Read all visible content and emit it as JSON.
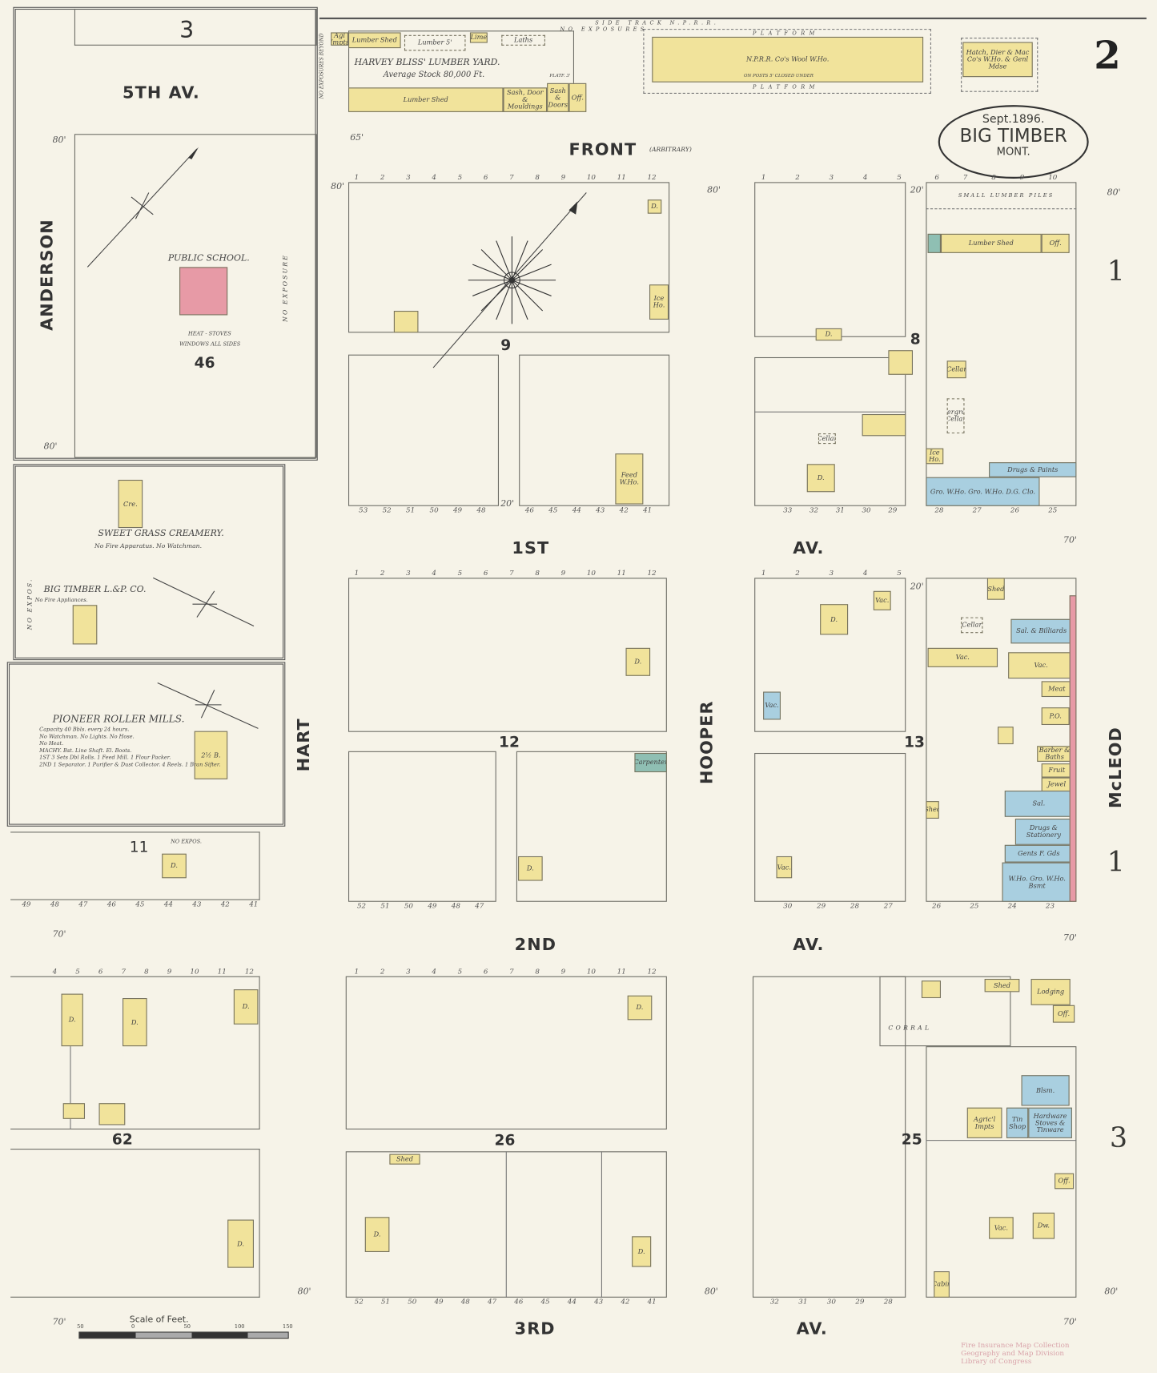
{
  "sheet": {
    "sheet_number": "2",
    "cartouche": {
      "date": "Sept.1896.",
      "town": "BIG TIMBER",
      "state": "MONT."
    },
    "adjoining_sheets": [
      "1",
      "1",
      "3"
    ],
    "top_left_sheet_ref": "3",
    "stamp": [
      "Fire Insurance Map Collection",
      "Geography and Map Division",
      "Library of Congress"
    ]
  },
  "streets": {
    "fifth_av": "5TH AV.",
    "front": "FRONT",
    "front_note": "(ARBITRARY)",
    "first_av": "1ST",
    "second_av": "2ND",
    "third_av": "3RD",
    "av": "AV.",
    "anderson": "ANDERSON",
    "hart": "HART",
    "hooper": "HOOPER",
    "mcleod": "McLEOD"
  },
  "blocks": {
    "b46": "46",
    "b9": "9",
    "b8": "8",
    "b12": "12",
    "b13": "13",
    "b11": "11",
    "b62": "62",
    "b26": "26",
    "b25": "25"
  },
  "top_strip": {
    "side_track": "SIDE TRACK N.P.R.R.",
    "no_exposure": "NO EXPOSURES",
    "no_exposures_beyond": "NO EXPOSURES BEYOND",
    "lumber_yard": "HARVEY BLISS' LUMBER YARD.",
    "lumber_stock": "Average Stock 80,000 Ft.",
    "platform": "PLATFORM",
    "on_posts": "ON POSTS 5' CLOSED UNDER",
    "platform_3": "PLATF. 3'"
  },
  "insets": {
    "school": {
      "name": "PUBLIC SCHOOL.",
      "heat": "HEAT - STOVES",
      "windows": "WINDOWS ALL SIDES",
      "no_exposure": "NO EXPOSURE"
    },
    "creamery": {
      "name": "SWEET GRASS CREAMERY.",
      "note": "No Fire Apparatus. No Watchman."
    },
    "light_power": {
      "name": "BIG TIMBER L.&P. CO.",
      "note": "No Fire Appliances.",
      "no_expos": "NO EXPOS."
    },
    "mills": {
      "name": "PIONEER ROLLER MILLS.",
      "lines": [
        "Capacity 40 Bbls. every 24 hours.",
        "No Watchman. No Lights. No Hose.",
        "No Heat.",
        "MACHY. Bst. Line Shaft. El. Boots.",
        "1ST 3 Sets Dbl Rolls. 1 Feed Mill. 1 Flour Packer.",
        "2ND 1 Separator. 1 Purifier & Dust Collector. 4 Reels. 1 Bran Sifter."
      ],
      "no_expos": "NO EXPOS."
    },
    "block11_no_expos": "NO EXPOS.",
    "corral": "CORRAL",
    "small_lumber_piles": "SMALL LUMBER PILES"
  },
  "frontage": {
    "f80": "80'",
    "f70": "70'",
    "f20": "20'",
    "f65": "65'"
  },
  "lot_rows": [
    [
      "1",
      "2",
      "3",
      "4",
      "5",
      "6",
      "7",
      "8",
      "9",
      "10",
      "11",
      "12"
    ],
    [
      "53",
      "52",
      "51",
      "50",
      "49",
      "48"
    ],
    [
      "46",
      "45",
      "44",
      "43",
      "42",
      "41"
    ],
    [
      "1",
      "2",
      "3",
      "4",
      "5"
    ],
    [
      "33",
      "32",
      "31",
      "30",
      "29"
    ],
    [
      "6",
      "7",
      "8",
      "9",
      "10"
    ],
    [
      "28",
      "27",
      "26",
      "25"
    ],
    [
      "52",
      "51",
      "50",
      "49",
      "48",
      "47"
    ],
    [
      "30",
      "29",
      "28",
      "27"
    ],
    [
      "26",
      "25",
      "24",
      "23"
    ],
    [
      "49",
      "48",
      "47",
      "46",
      "45",
      "44",
      "43",
      "42",
      "41"
    ],
    [
      "4",
      "5",
      "6",
      "7",
      "8",
      "9",
      "10",
      "11",
      "12"
    ],
    [
      "52",
      "51",
      "50",
      "49",
      "48",
      "47",
      "46",
      "45",
      "44",
      "43",
      "42",
      "41"
    ],
    [
      "32",
      "31",
      "30",
      "29",
      "28"
    ]
  ],
  "buildings": [
    {
      "label": "Agl Impts",
      "material": "frame"
    },
    {
      "label": "Lumber Shed",
      "material": "frame"
    },
    {
      "label": "Lumber 5'",
      "material": "outline"
    },
    {
      "label": "Lime",
      "material": "frame"
    },
    {
      "label": "Laths",
      "material": "outline"
    },
    {
      "label": "Lumber        Shed",
      "material": "frame"
    },
    {
      "label": "Sash, Door & Mouldings",
      "material": "frame"
    },
    {
      "label": "Sash & Doors",
      "material": "frame"
    },
    {
      "label": "Off.",
      "material": "frame"
    },
    {
      "label": "N.P.R.R. Co's Wool W.Ho.",
      "material": "frame"
    },
    {
      "label": "Hatch, Dier & Mac Co's W.Ho. & Genl Mdse",
      "material": "frame"
    },
    {
      "label": "",
      "material": "brick"
    },
    {
      "label": "Cre.",
      "material": "frame"
    },
    {
      "label": "",
      "material": "frame"
    },
    {
      "label": "2½ B.",
      "material": "frame"
    },
    {
      "label": "D.",
      "material": "frame"
    },
    {
      "label": "D.",
      "material": "frame"
    },
    {
      "label": "Ice Ho.",
      "material": "frame"
    },
    {
      "label": "",
      "material": "frame"
    },
    {
      "label": "Feed W.Ho.",
      "material": "frame"
    },
    {
      "label": "D.",
      "material": "frame"
    },
    {
      "label": "",
      "material": "frame"
    },
    {
      "label": "",
      "material": "frame"
    },
    {
      "label": "D.",
      "material": "frame"
    },
    {
      "label": "Cellar",
      "material": "outline"
    },
    {
      "label": "Lumber Shed",
      "material": "frame"
    },
    {
      "label": "Off.",
      "material": "frame"
    },
    {
      "label": "",
      "material": "adobe"
    },
    {
      "label": "Cellar",
      "material": "frame"
    },
    {
      "label": "Underground Cellar",
      "material": "outline"
    },
    {
      "label": "Ice Ho.",
      "material": "frame"
    },
    {
      "label": "Gro. W.Ho.   Gro. W.Ho.   D.G.   Clo.",
      "material": "stone"
    },
    {
      "label": "Drugs & Paints",
      "material": "stone"
    },
    {
      "label": "D.",
      "material": "frame"
    },
    {
      "label": "Carpenter",
      "material": "adobe"
    },
    {
      "label": "D.",
      "material": "frame"
    },
    {
      "label": "D.",
      "material": "frame"
    },
    {
      "label": "Vac.",
      "material": "frame"
    },
    {
      "label": "Vac.",
      "material": "stone"
    },
    {
      "label": "Vac.",
      "material": "frame"
    },
    {
      "label": "Vac.",
      "material": "frame"
    },
    {
      "label": "Shed",
      "material": "frame"
    },
    {
      "label": "Cellar",
      "material": "outline"
    },
    {
      "label": "Sal. & Billiards",
      "material": "stone"
    },
    {
      "label": "Vac.",
      "material": "frame"
    },
    {
      "label": "Meat",
      "material": "frame"
    },
    {
      "label": "P.O.",
      "material": "frame"
    },
    {
      "label": "Barber & Baths",
      "material": "frame"
    },
    {
      "label": "Fruit",
      "material": "frame"
    },
    {
      "label": "Jewel",
      "material": "frame"
    },
    {
      "label": "Sal.",
      "material": "stone"
    },
    {
      "label": "Drugs & Stationery",
      "material": "stone"
    },
    {
      "label": "Gents F. Gds",
      "material": "stone"
    },
    {
      "label": "W.Ho.   Gro. W.Ho. Bsmt",
      "material": "stone"
    },
    {
      "label": "",
      "material": "brick"
    },
    {
      "label": "Shed",
      "material": "frame"
    },
    {
      "label": "D.",
      "material": "frame"
    },
    {
      "label": "Shed",
      "material": "frame"
    },
    {
      "label": "D.",
      "material": "frame"
    },
    {
      "label": "D.",
      "material": "frame"
    },
    {
      "label": "D.",
      "material": "frame"
    },
    {
      "label": "D.",
      "material": "frame"
    },
    {
      "label": "D.",
      "material": "frame"
    },
    {
      "label": "",
      "material": "frame"
    },
    {
      "label": "",
      "material": "frame"
    },
    {
      "label": "D.",
      "material": "frame"
    },
    {
      "label": "Shed",
      "material": "frame"
    },
    {
      "label": "Lodging",
      "material": "frame"
    },
    {
      "label": "Off.",
      "material": "frame"
    },
    {
      "label": "",
      "material": "frame"
    },
    {
      "label": "Blsm.",
      "material": "stone"
    },
    {
      "label": "Agric'l Impts",
      "material": "frame"
    },
    {
      "label": "Tin Shop",
      "material": "stone"
    },
    {
      "label": "Hardware Stoves & Tinware",
      "material": "stone"
    },
    {
      "label": "Off.",
      "material": "frame"
    },
    {
      "label": "Dw.",
      "material": "frame"
    },
    {
      "label": "Vac.",
      "material": "frame"
    },
    {
      "label": "Cabin",
      "material": "frame"
    },
    {
      "label": "",
      "material": "frame"
    }
  ],
  "scale": {
    "title": "Scale of Feet.",
    "ticks": [
      "50",
      "0",
      "50",
      "100",
      "150"
    ]
  },
  "colors": {
    "paper": "#f6f3e8",
    "frame": "#f1e39b",
    "brick": "#e79aa6",
    "stone": "#a9cfe0",
    "adobe": "#8fbfb3"
  }
}
